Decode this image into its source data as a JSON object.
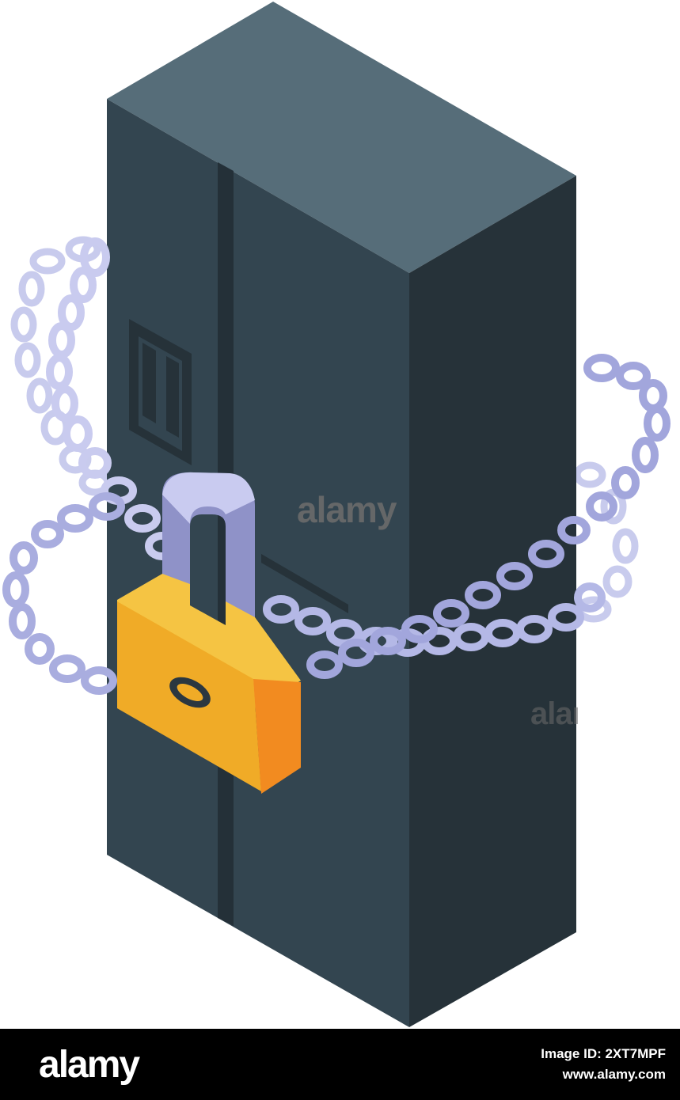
{
  "watermark": {
    "center_text": "alamy",
    "side_text": "alamy"
  },
  "footer": {
    "logo_text": "alamy",
    "image_id_text": "Image ID: 2XT7MPF",
    "site_text": "www.alamy.com"
  },
  "colors": {
    "cabinet_top": "#566d79",
    "cabinet_front": "#334550",
    "cabinet_side": "#263239",
    "chain": "#b9bde6",
    "shackle": "#8f92c8",
    "lock_body": "#f0ab27",
    "lock_side": "#f28b20",
    "lock_top": "#f5c443"
  }
}
